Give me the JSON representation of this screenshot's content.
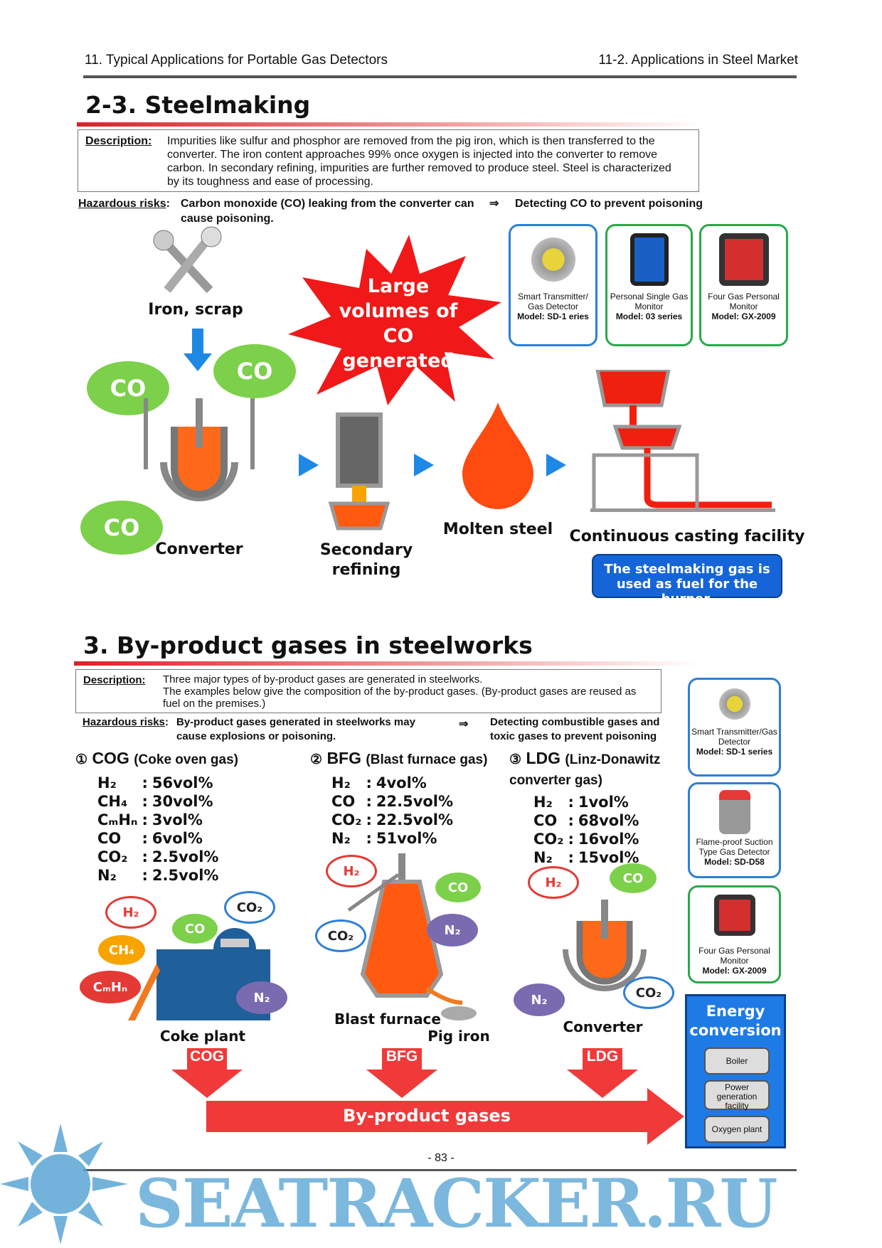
{
  "header": {
    "left": "11. Typical Applications for Portable Gas Detectors",
    "right": "11-2. Applications in Steel Market"
  },
  "s1": {
    "title": "2-3. Steelmaking",
    "desc_label": "Description:",
    "desc": "Impurities like sulfur and phosphor are removed from the pig iron, which is then transferred to the converter. The iron content approaches 99% once oxygen is injected into the converter to remove carbon. In secondary refining, impurities are further removed to produce steel. Steel is characterized by its toughness and ease of processing.",
    "risk_label": "Hazardous risks",
    "risk": "Carbon monoxide (CO) leaking from the converter can cause poisoning.",
    "arrow": "⇒",
    "solution": "Detecting CO to prevent poisoning",
    "starburst": "Large volumes of CO generated",
    "iron": "Iron, scrap",
    "co": "CO",
    "converter": "Converter",
    "secondary": "Secondary refining",
    "molten": "Molten steel",
    "casting": "Continuous casting facility",
    "fuel_note": "The steelmaking gas is used as fuel for the burner.",
    "products": [
      {
        "name": "Smart Transmitter/ Gas Detector",
        "model": "Model: SD-1 eries",
        "color": "#2d7fd6"
      },
      {
        "name": "Personal Single Gas Monitor",
        "model": "Model: 03 series",
        "color": "#2aa84a"
      },
      {
        "name": "Four Gas Personal Monitor",
        "model": "Model: GX-2009",
        "color": "#2aa84a"
      }
    ]
  },
  "s2": {
    "title": "3. By-product gases in steelworks",
    "desc_label": "Description:",
    "desc1": "Three major types of by-product gases are generated in steelworks.",
    "desc2": "The examples below give the composition of the by-product gases. (By-product gases are reused as fuel on the premises.)",
    "risk_label": "Hazardous risks",
    "risk": "By-product gases generated in steelworks may cause explosions or poisoning.",
    "arrow": "⇒",
    "solution": "Detecting combustible gases and toxic gases to prevent poisoning",
    "cols": [
      {
        "num": "①",
        "abbr": "COG",
        "full": "(Coke oven gas)",
        "rows": [
          [
            "H₂",
            "56vol%"
          ],
          [
            "CH₄",
            "30vol%"
          ],
          [
            "CₘHₙ",
            "3vol%"
          ],
          [
            "CO",
            "6vol%"
          ],
          [
            "CO₂",
            "2.5vol%"
          ],
          [
            "N₂",
            "2.5vol%"
          ]
        ],
        "plant": "Coke plant"
      },
      {
        "num": "②",
        "abbr": "BFG",
        "full": "(Blast furnace gas)",
        "rows": [
          [
            "H₂",
            "4vol%"
          ],
          [
            "CO",
            "22.5vol%"
          ],
          [
            "CO₂",
            "22.5vol%"
          ],
          [
            "N₂",
            "51vol%"
          ]
        ],
        "plant": "Blast furnace",
        "extra": "Pig iron"
      },
      {
        "num": "③",
        "abbr": "LDG",
        "full": "(Linz-Donawitz converter gas)",
        "rows": [
          [
            "H₂",
            "1vol%"
          ],
          [
            "CO",
            "68vol%"
          ],
          [
            "CO₂",
            "16vol%"
          ],
          [
            "N₂",
            "15vol%"
          ]
        ],
        "plant": "Converter"
      }
    ],
    "sep": ":",
    "clouds": {
      "h2": "H₂",
      "co": "CO",
      "co2": "CO₂",
      "ch4": "CH₄",
      "cmhn": "CₘHₙ",
      "n2": "N₂"
    },
    "byproduct": "By-product gases",
    "products": [
      {
        "name": "Smart Transmitter/Gas Detector",
        "model": "Model: SD-1 series",
        "color": "#2d7fd6"
      },
      {
        "name": "Flame-proof Suction Type Gas Detector",
        "model": "Model: SD-D58",
        "color": "#2d7fd6"
      },
      {
        "name": "Four Gas Personal Monitor",
        "model": "Model: GX-2009",
        "color": "#2aa84a"
      }
    ],
    "energy": {
      "title": "Energy conversion",
      "items": [
        "Boiler",
        "Power generation facility",
        "Oxygen plant"
      ]
    }
  },
  "footer": {
    "page": "- 83 -"
  },
  "watermark": "SEATRACKER.RU"
}
